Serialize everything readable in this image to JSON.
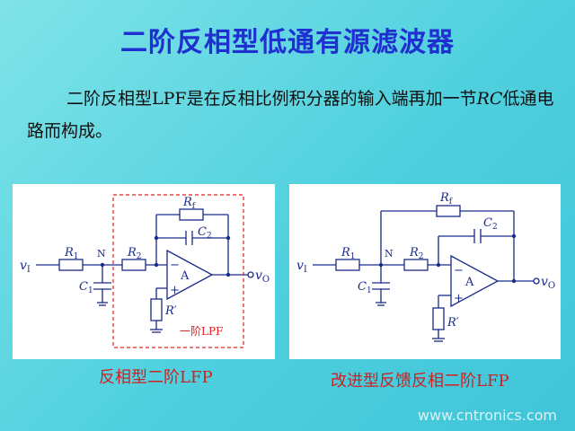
{
  "title": "二阶反相型低通有源滤波器",
  "description": {
    "part1": "二阶反相型LPF是在反相比例积分器的输入端再加一节",
    "rc": "RC",
    "part2": "低通电路而构成。"
  },
  "left_circuit": {
    "input": "v",
    "input_sub": "I",
    "output": "v",
    "output_sub": "O",
    "r1": "R",
    "r1_sub": "1",
    "r2": "R",
    "r2_sub": "2",
    "rf": "R",
    "rf_sub": "f",
    "c1": "C",
    "c1_sub": "1",
    "c2": "C",
    "c2_sub": "2",
    "rprime": "R′",
    "node": "N",
    "opamp": "A",
    "minus": "−",
    "plus": "+",
    "box_label": "一阶LPF"
  },
  "right_circuit": {
    "input": "v",
    "input_sub": "I",
    "output": "v",
    "output_sub": "O",
    "r1": "R",
    "r1_sub": "1",
    "r2": "R",
    "r2_sub": "2",
    "rf": "R",
    "rf_sub": "f",
    "c1": "C",
    "c1_sub": "1",
    "c2": "C",
    "c2_sub": "2",
    "rprime": "R′",
    "node": "N",
    "opamp": "A",
    "minus": "−",
    "plus": "+"
  },
  "captions": {
    "left": "反相型二阶LFP",
    "right": "改进型反馈反相二阶LFP"
  },
  "watermark": "www.cntronics.com",
  "colors": {
    "title": "#1f2fd0",
    "wire": "#1a2a8a",
    "caption": "#d02020",
    "box": "#e02020"
  }
}
